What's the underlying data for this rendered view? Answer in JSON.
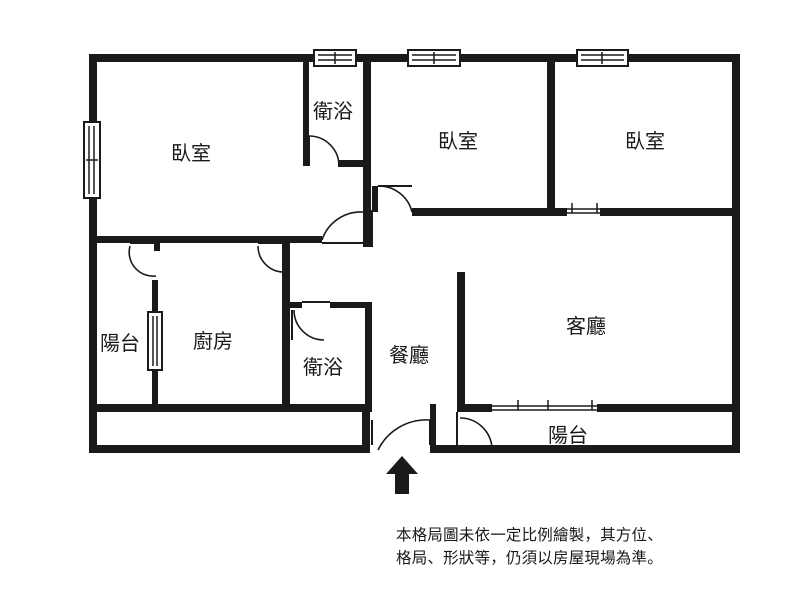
{
  "rooms": {
    "bedroom_1": "臥室",
    "bathroom_1": "衛浴",
    "bedroom_2": "臥室",
    "bedroom_3": "臥室",
    "balcony_1": "陽台",
    "kitchen": "廚房",
    "bathroom_2": "衛浴",
    "dining_room": "餐廳",
    "living_room": "客廳",
    "balcony_2": "陽台"
  },
  "disclaimer": {
    "line1": "本格局圖未依一定比例繪製，其方位、",
    "line2": "格局、形狀等，仍須以房屋現場為準。"
  },
  "entrance_icon": "up-arrow-icon",
  "colors": {
    "wall": "#1a1a1a",
    "background": "#ffffff"
  }
}
